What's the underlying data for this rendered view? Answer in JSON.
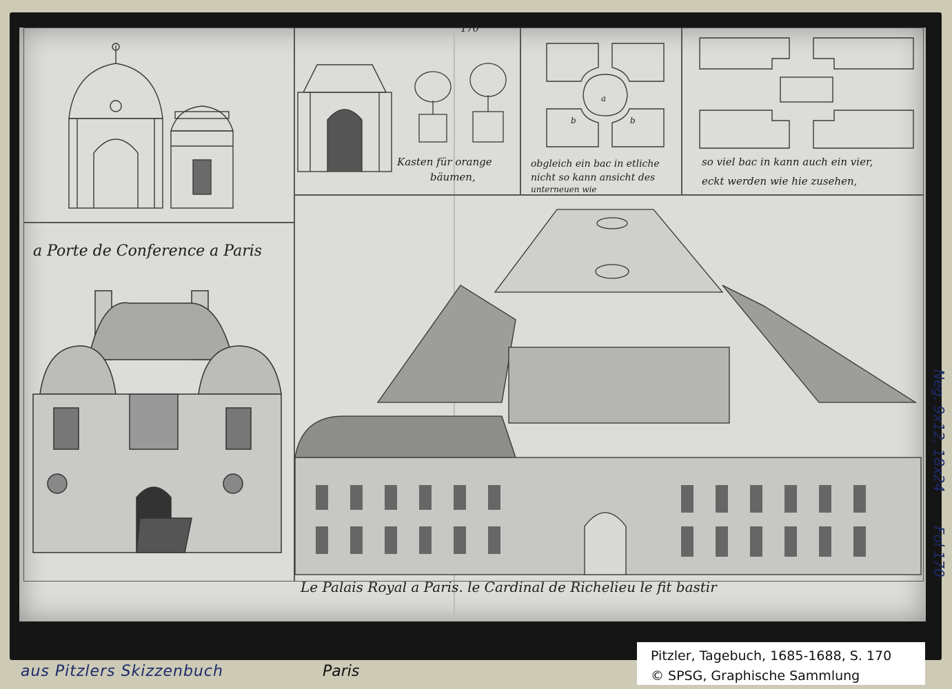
{
  "drawing": {
    "page_number": "170",
    "porte_caption": "a Porte de Conference a Paris",
    "palais_caption": "Le Palais Royal a Paris. le Cardinal de Richelieu le fit bastir",
    "orange_caption_line1": "Kasten für orange",
    "orange_caption_line2": "bäumen,",
    "garden1_caption_line1": "obgleich ein bac in etliche",
    "garden1_caption_line2": "nicht so kann ansicht des",
    "garden1_caption_line3": "unterneuen wie",
    "garden2_caption_line1": "so viel bac in kann auch ein vier,",
    "garden2_caption_line2": "eckt werden wie hie zusehen,",
    "garden_labels": [
      "a",
      "b",
      "b"
    ]
  },
  "archive": {
    "side_note_1": "Neg. 9x12, 18x24",
    "side_note_2": "Fol 170",
    "bottom_note": "aus Pitzlers Skizzenbuch",
    "bottom_place": "Paris"
  },
  "caption": {
    "line1": "Pitzler, Tagebuch, 1685-1688, S. 170",
    "line2": "© SPSG, Graphische Sammlung"
  }
}
